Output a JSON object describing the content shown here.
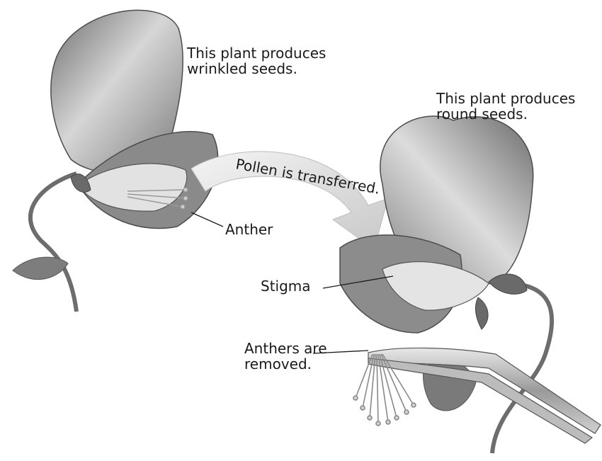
{
  "labels": {
    "plant_wrinkled_line1": "This plant produces",
    "plant_wrinkled_line2": "wrinkled seeds.",
    "plant_round_line1": "This plant produces",
    "plant_round_line2": "round seeds.",
    "arrow_text": "Pollen is transferred.",
    "anther": "Anther",
    "stigma": "Stigma",
    "anthers_removed_line1": "Anthers are",
    "anthers_removed_line2": "removed."
  }
}
